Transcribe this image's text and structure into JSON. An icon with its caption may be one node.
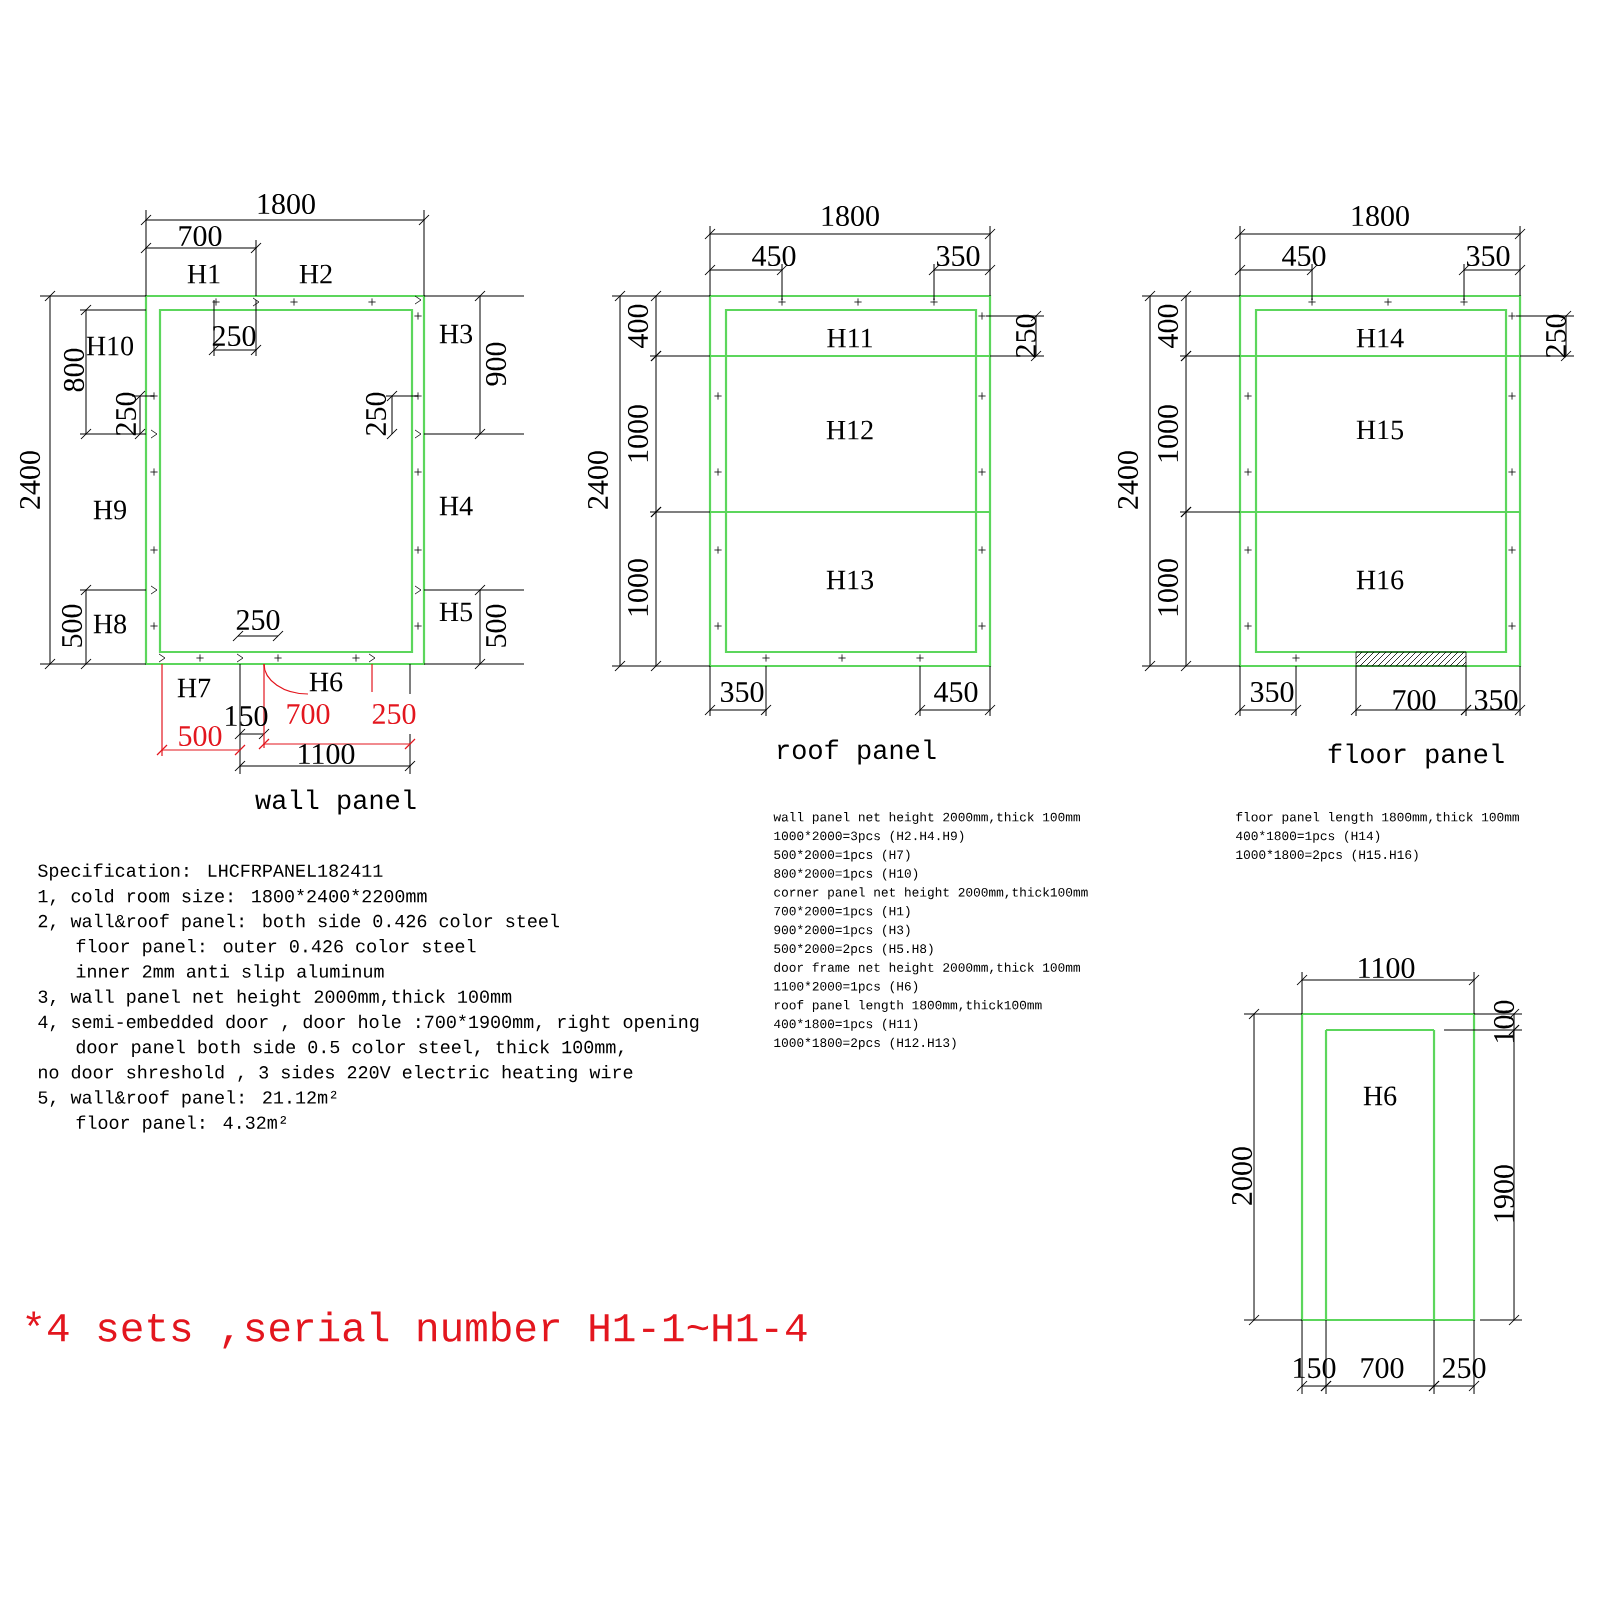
{
  "diagram": {
    "labels": [
      "1800",
      "700",
      "H1",
      "H2",
      "H3",
      "H10",
      "250",
      "800",
      "900",
      "250",
      "250",
      "2400",
      "H9",
      "H4",
      "H8",
      "500",
      "H5",
      "500",
      "250",
      "H7",
      "H6",
      "150",
      "700",
      "250",
      "500",
      "1100",
      "wall panel",
      "1800",
      "450",
      "350",
      "400",
      "H11",
      "250",
      "2400",
      "1000",
      "H12",
      "1000",
      "H13",
      "350",
      "450",
      "roof panel",
      "1800",
      "450",
      "350",
      "400",
      "H14",
      "250",
      "2400",
      "1000",
      "H15",
      "1000",
      "H16",
      "350",
      "700",
      "350",
      "floor panel",
      "Specification:  LHCFRPANEL182411",
      "1, cold room size: 1800*2400*2200mm",
      "2, wall&roof panel: both side 0.426 color steel",
      "floor panel: outer 0.426 color steel",
      "inner 2mm anti slip aluminum",
      "3,  wall panel net height 2000mm,thick 100mm",
      "4,  semi-embedded door , door hole :700*1900mm, right opening",
      "door panel both side 0.5 color steel, thick 100mm,",
      "no door shreshold , 3 sides 220V electric heating wire",
      "5, wall&roof panel: 21.12m²",
      "floor panel: 4.32m²",
      "wall panel net height 2000mm,thick 100mm",
      "1000*2000=3pcs (H2.H4.H9)",
      "500*2000=1pcs (H7)",
      "800*2000=1pcs (H10)",
      "corner panel net height 2000mm,thick100mm",
      "700*2000=1pcs (H1)",
      "900*2000=1pcs (H3)",
      "500*2000=2pcs (H5.H8)",
      "door frame net height 2000mm,thick 100mm",
      "1100*2000=1pcs (H6)",
      "roof panel length 1800mm,thick100mm",
      "400*1800=1pcs (H11)",
      "1000*1800=2pcs (H12.H13)",
      "floor panel length 1800mm,thick 100mm",
      "400*1800=1pcs (H14)",
      "1000*1800=2pcs (H15.H16)",
      "1100",
      "100",
      "2000",
      "H6",
      "1900",
      "150",
      "700",
      "250",
      "*4 sets ,serial number H1-1~H1-4"
    ]
  }
}
